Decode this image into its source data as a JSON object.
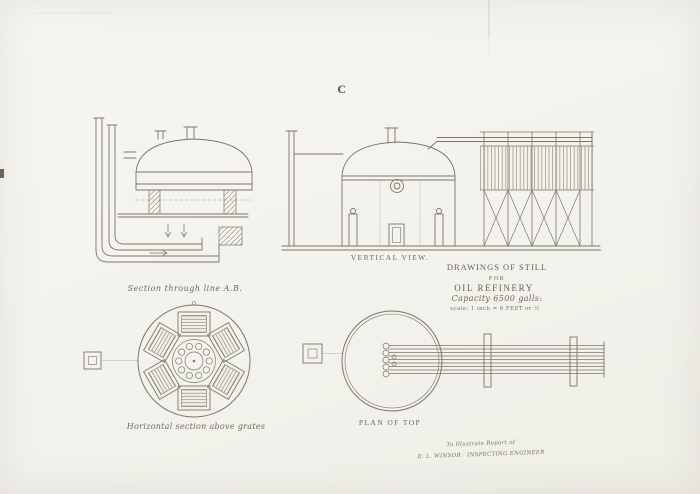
{
  "palette": {
    "paper": "#f4f3ee",
    "ink": "#7b7668"
  },
  "sheet": {
    "plate_letter": "C"
  },
  "views": {
    "section": {
      "caption": "Section through line A.B."
    },
    "vertical": {
      "caption": "VERTICAL VIEW."
    },
    "horizontal_section": {
      "caption": "Horizontal section above grates"
    },
    "plan_top": {
      "caption": "PLAN OF TOP"
    }
  },
  "title_block": {
    "line1": "DRAWINGS OF STILL",
    "line2": "FOR",
    "line3": "OIL REFINERY",
    "line4": "Capacity 6500 galls:",
    "line5": "scale: 1 inch = 6 FEET or ½"
  },
  "note": {
    "line1": "To Illustrate Report of",
    "line2": "E. L. WINSOR · INSPECTING ENGINEER"
  }
}
